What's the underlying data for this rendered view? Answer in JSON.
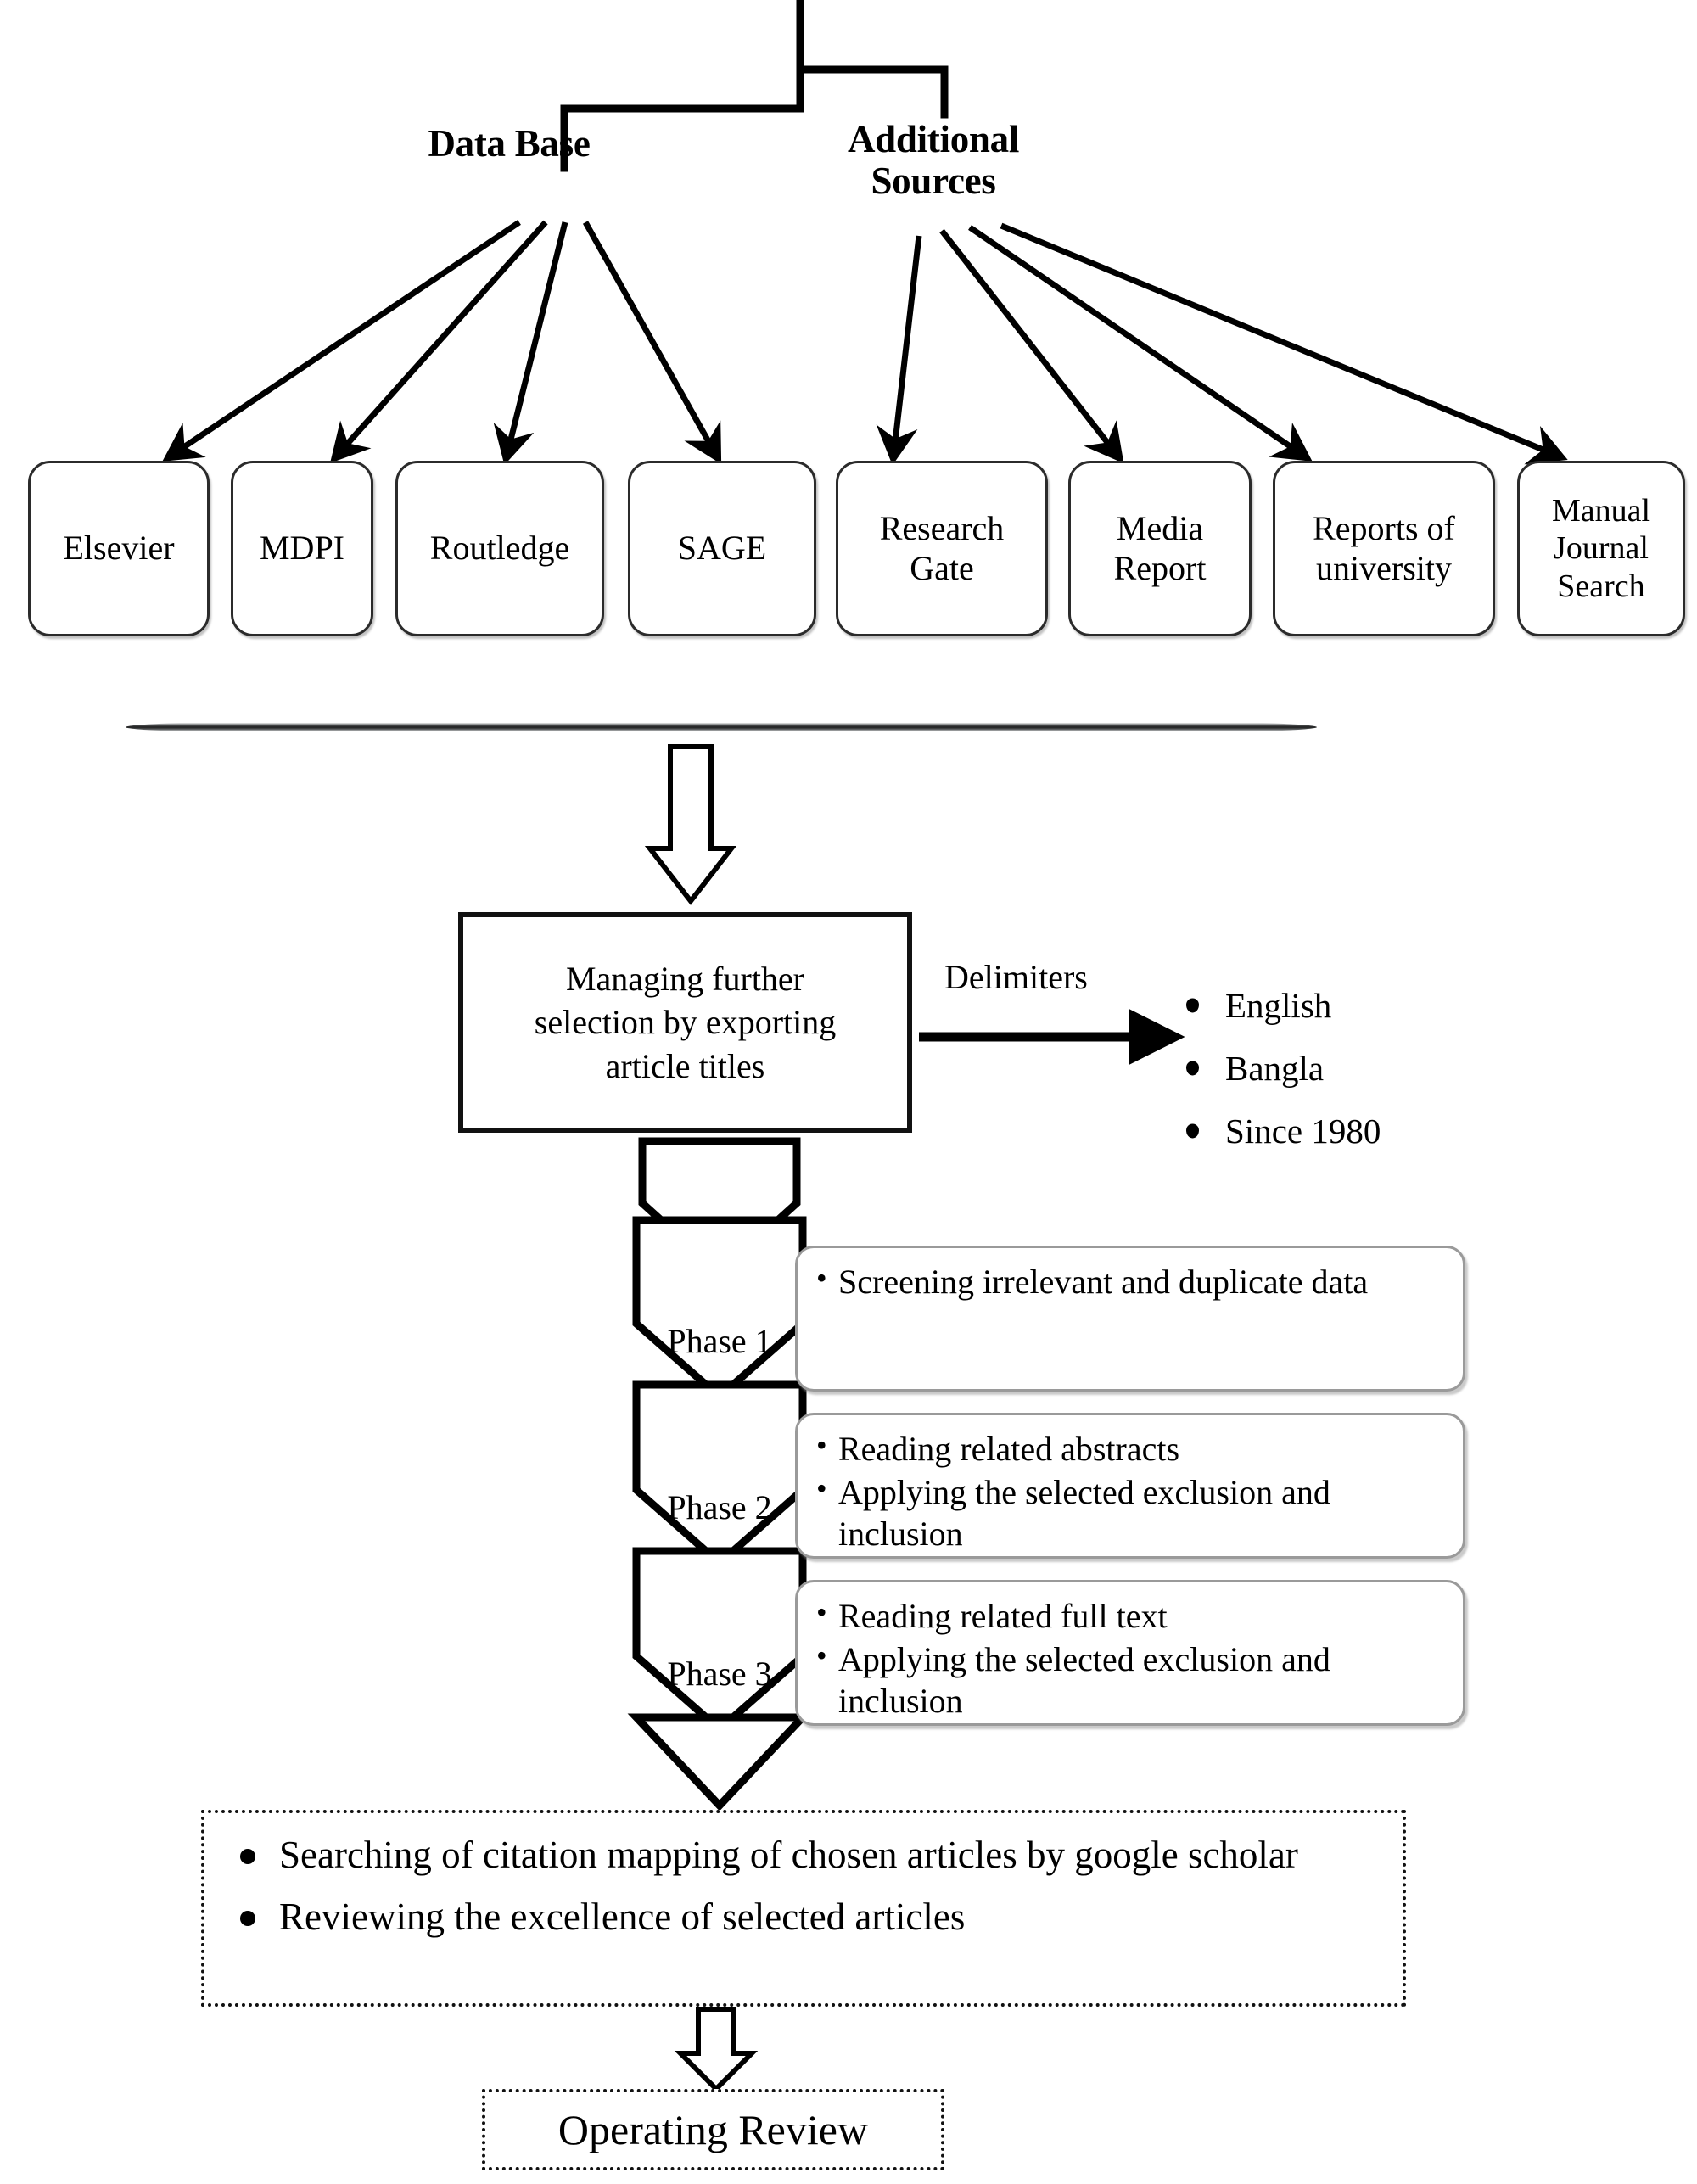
{
  "diagram": {
    "title": "Literature search and selection flowchart",
    "root_nodes": [
      {
        "id": "database",
        "label": "Data Base"
      },
      {
        "id": "additional",
        "label": "Additional\nSources"
      }
    ],
    "sources": [
      {
        "group": "database",
        "label": "Elsevier"
      },
      {
        "group": "database",
        "label": "MDPI"
      },
      {
        "group": "database",
        "label": "Routledge"
      },
      {
        "group": "database",
        "label": "SAGE"
      },
      {
        "group": "additional",
        "label": "Research\nGate"
      },
      {
        "group": "additional",
        "label": "Media\nReport"
      },
      {
        "group": "additional",
        "label": "Reports of\nuniversity"
      },
      {
        "group": "additional",
        "label": "Manual\nJournal\nSearch"
      }
    ],
    "managing_step": {
      "label": "Managing further\nselection by exporting\narticle titles"
    },
    "delimiters": {
      "label": "Delimiters",
      "items": [
        "English",
        "Bangla",
        "Since 1980"
      ]
    },
    "phases": [
      {
        "label": "Phase 1",
        "items": [
          "Screening irrelevant and duplicate data"
        ]
      },
      {
        "label": "Phase 2",
        "items": [
          "Reading related abstracts",
          "Applying the selected exclusion and inclusion"
        ]
      },
      {
        "label": "Phase 3",
        "items": [
          "Reading related full text",
          "Applying the selected exclusion and inclusion"
        ]
      }
    ],
    "citation_step": {
      "items": [
        "Searching of citation mapping of chosen articles by google scholar",
        " Reviewing the excellence of selected articles"
      ]
    },
    "final_step": {
      "label": "Operating Review"
    },
    "colors": {
      "stroke": "#000000",
      "box_border": "#2b2b2b",
      "phase_border": "#9a9a9a",
      "background": "#ffffff"
    }
  }
}
